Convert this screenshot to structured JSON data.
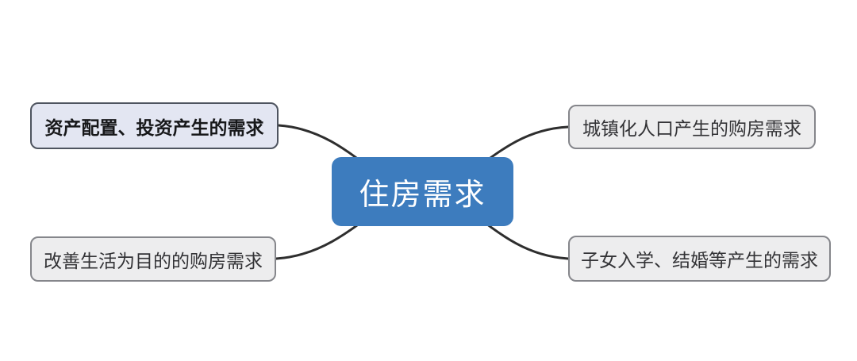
{
  "diagram": {
    "type": "mindmap",
    "root": {
      "label": "住房需求",
      "bg_color": "#3D7CBE",
      "text_color": "#FFFFFF"
    },
    "branches": [
      {
        "position": "top-left",
        "label": "资产配置、投资产生的需求",
        "emphasized": true,
        "bg_color": "#E3E6F2",
        "border_color": "#4E545F"
      },
      {
        "position": "top-right",
        "label": "城镇化人口产生的购房需求",
        "emphasized": false,
        "bg_color": "#EDEDEE",
        "border_color": "#85868B"
      },
      {
        "position": "bottom-left",
        "label": "改善生活为目的的购房需求",
        "emphasized": false,
        "bg_color": "#EDEDEE",
        "border_color": "#85868B"
      },
      {
        "position": "bottom-right",
        "label": "子女入学、结婚等产生的需求",
        "emphasized": false,
        "bg_color": "#EDEDEE",
        "border_color": "#85868B"
      }
    ],
    "connectors": {
      "color": "#2E2E2E",
      "width": "3"
    },
    "background_color": "#FFFFFF"
  }
}
